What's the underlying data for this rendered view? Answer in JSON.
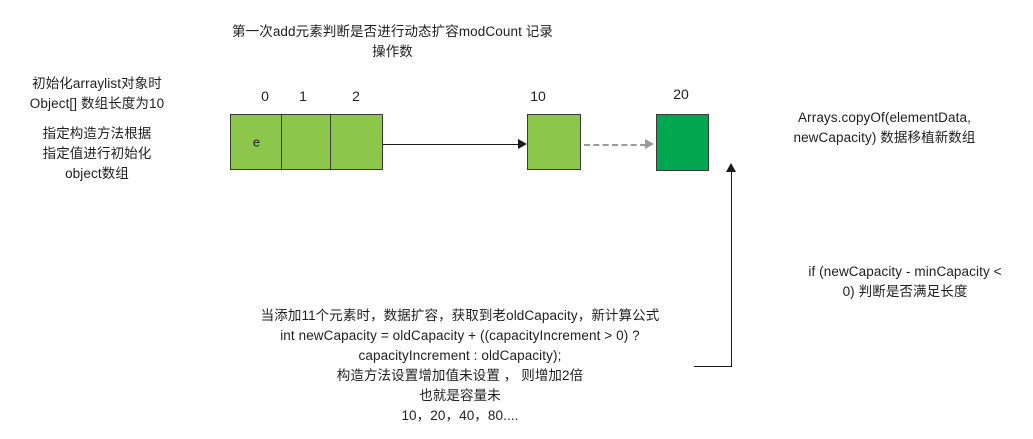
{
  "diagram": {
    "title": "第一次add元素判断是否进行动态扩容modCount 记录\n操作数",
    "left_notes": [
      "初始化arraylist对象时\nObject[] 数组长度为10",
      "指定构造方法根据\n指定值进行初始化\nobject数组"
    ],
    "right_notes": [
      "Arrays.copyOf(elementData,\nnewCapacity) 数据移植新数组",
      "if (newCapacity - minCapacity <\n0) 判断是否满足长度"
    ],
    "bottom_note": "当添加11个元素时，数据扩容，获取到老oldCapacity，新计算公式\nint newCapacity = oldCapacity + ((capacityIncrement > 0) ?\ncapacityIncrement : oldCapacity);\n构造方法设置增加值未设置 ， 则增加2倍\n也就是容量未\n10，20，40，80...."
  },
  "array_cells": [
    {
      "index_label": "0",
      "value": "e",
      "color": "#8cc64b"
    },
    {
      "index_label": "1",
      "value": "",
      "color": "#8cc64b"
    },
    {
      "index_label": "2",
      "value": "",
      "color": "#8cc64b"
    }
  ],
  "capacity_cells": [
    {
      "index_label": "10",
      "value": "",
      "color": "#8cc64b"
    },
    {
      "index_label": "20",
      "value": "",
      "color": "#00a650"
    }
  ],
  "colors": {
    "cell_light_green": "#8cc64b",
    "cell_dark_green": "#00a650",
    "cell_border": "#3a3a3a",
    "connector": "#1a1a1a",
    "dashed_connector": "#9a9a9a",
    "text": "#1f1f1f",
    "background": "#ffffff"
  }
}
